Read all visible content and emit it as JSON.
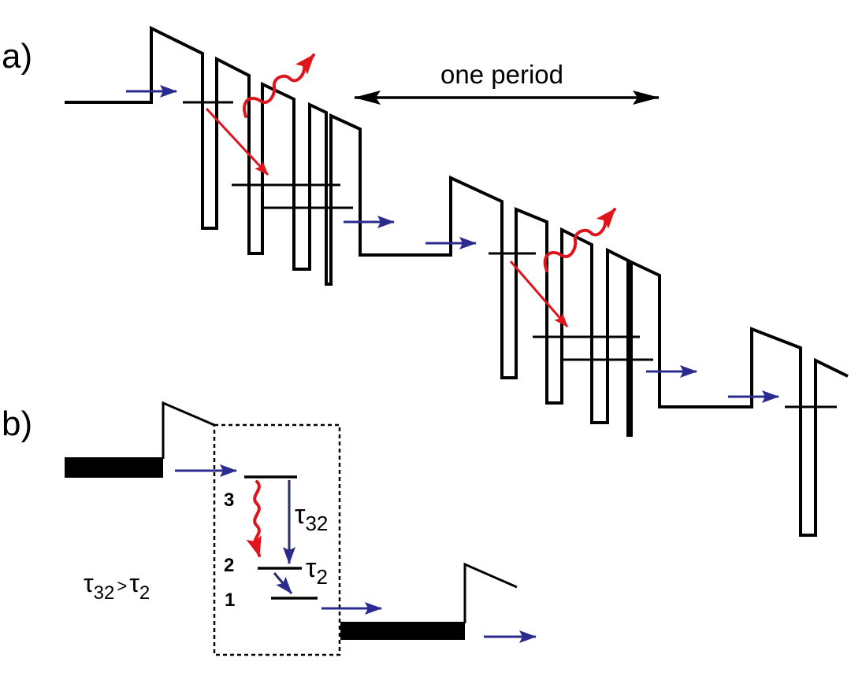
{
  "panel_a": {
    "label": "a)",
    "period_label": "one period"
  },
  "panel_b": {
    "label": "b)",
    "levels": {
      "level_3": "3",
      "level_2": "2",
      "level_1": "1"
    },
    "tau32": {
      "symbol": "τ",
      "sub": "32"
    },
    "tau2": {
      "symbol": "τ",
      "sub": "2"
    },
    "relation": {
      "sym1": "τ",
      "sub1": "32",
      "op": ">",
      "sym2": "τ",
      "sub2": "2"
    }
  },
  "colors": {
    "line": "#000000",
    "injection_arrow": "#2b2b8f",
    "radiative": "#e0141c",
    "relaxation": "#2b2b6a"
  },
  "icons": {
    "electron_transport": "arrow-right-icon",
    "photon": "wavy-arrow-icon",
    "radiative_transition": "arrow-diagonal-icon"
  }
}
